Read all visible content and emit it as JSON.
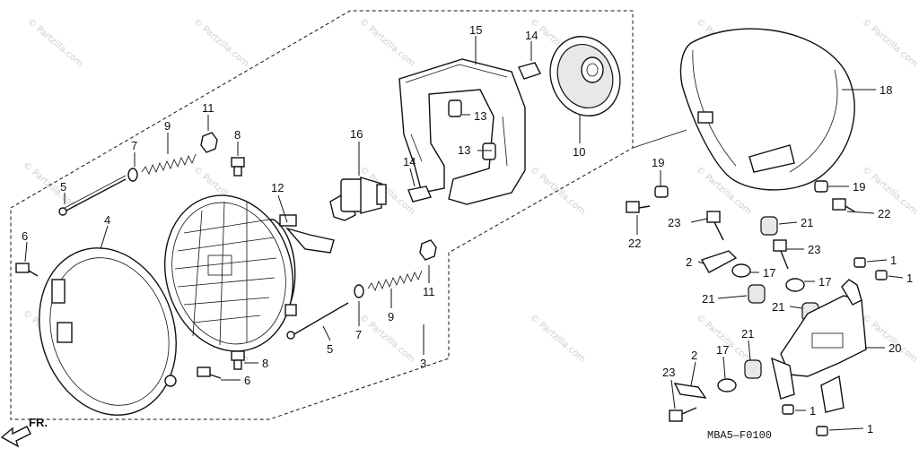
{
  "diagram": {
    "watermark": "© Partzilla.com",
    "drawing_code": "MBA5—F0100",
    "front_indicator": "FR.",
    "callouts": [
      "1",
      "2",
      "3",
      "4",
      "5",
      "6",
      "7",
      "8",
      "9",
      "10",
      "11",
      "12",
      "13",
      "14",
      "15",
      "16",
      "17",
      "18",
      "19",
      "20",
      "21",
      "22",
      "23"
    ]
  }
}
